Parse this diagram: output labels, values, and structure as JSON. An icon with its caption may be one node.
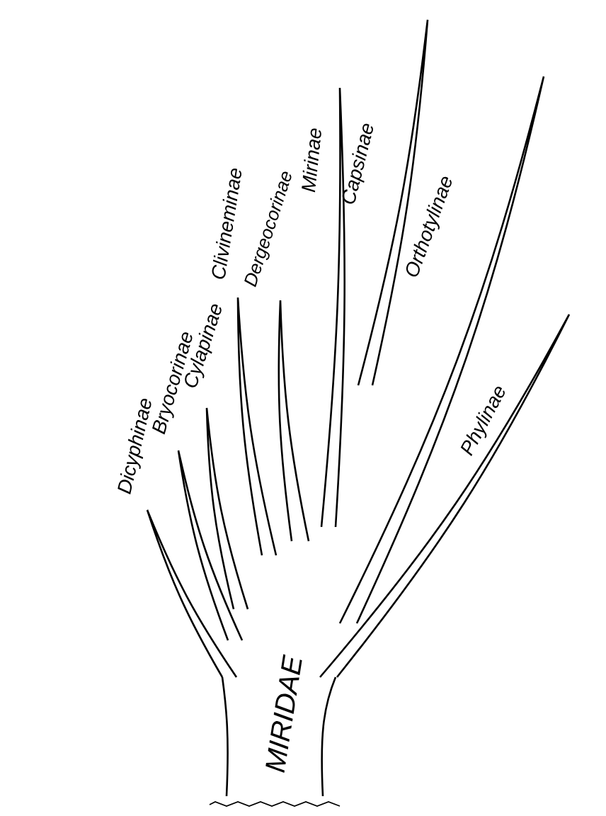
{
  "diagram": {
    "labels": [
      "MIRIDAE",
      "Dicyphinae",
      "Bryocorinae",
      "Cylapinae",
      "Clivineminae",
      "Dergeocorinae",
      "Mirinae",
      "Capsinae",
      "Orthotylinae",
      "Phylinae"
    ]
  }
}
